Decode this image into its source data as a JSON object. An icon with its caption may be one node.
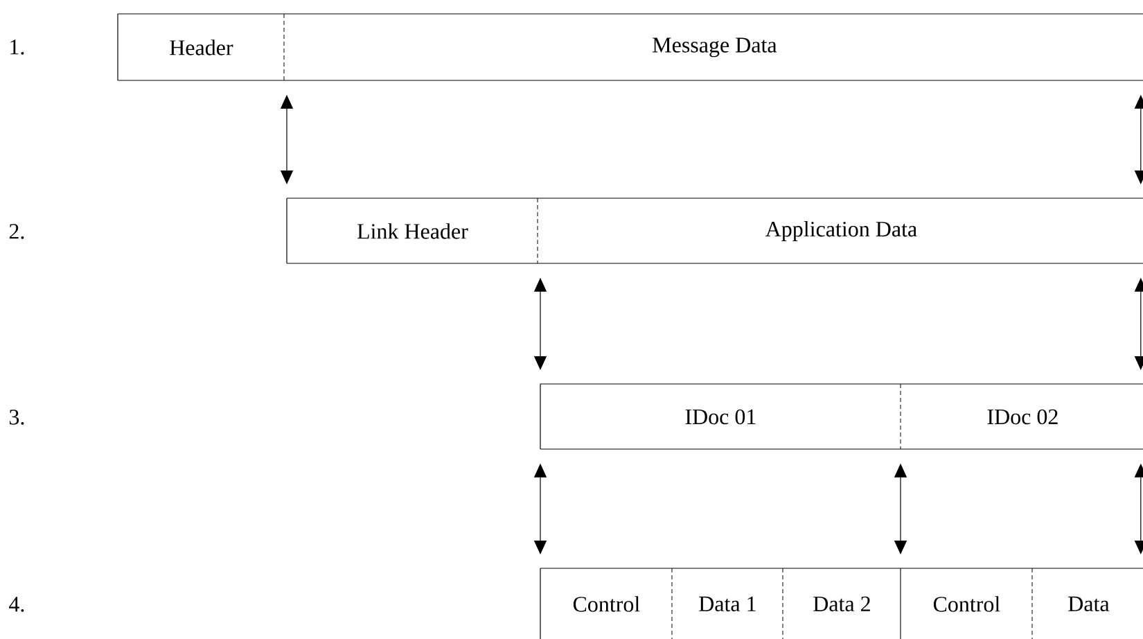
{
  "diagram": {
    "nodes": [
      {
        "text": [
          "Header"
        ]
      },
      {
        "text": [
          "Message Data"
        ]
      },
      {
        "text": [
          "Link Header"
        ]
      },
      {
        "text": [
          "Application Data"
        ]
      },
      {
        "text": [
          "IDoc 01"
        ]
      },
      {
        "text": [
          "IDoc 02"
        ]
      },
      {
        "text": [
          "Control"
        ]
      },
      {
        "text": [
          "Data 1"
        ]
      },
      {
        "text": [
          "Data 2"
        ]
      },
      {
        "text": [
          "Control"
        ]
      },
      {
        "text": [
          "Data"
        ]
      }
    ],
    "edges": [
      {
        "from": 1,
        "to": 2,
        "arrow": "both"
      },
      {
        "from": 1,
        "to": 3,
        "arrow": "both"
      },
      {
        "from": 3,
        "to": 4,
        "arrow": "both"
      },
      {
        "from": 3,
        "to": 5,
        "arrow": "both"
      },
      {
        "from": 4,
        "to": 6,
        "arrow": "both"
      },
      {
        "from": 5,
        "to": 9,
        "arrow": "both"
      },
      {
        "from": 5,
        "to": 10,
        "arrow": "both"
      }
    ],
    "labels": [
      "1.",
      "2.",
      "3.",
      "4."
    ]
  }
}
